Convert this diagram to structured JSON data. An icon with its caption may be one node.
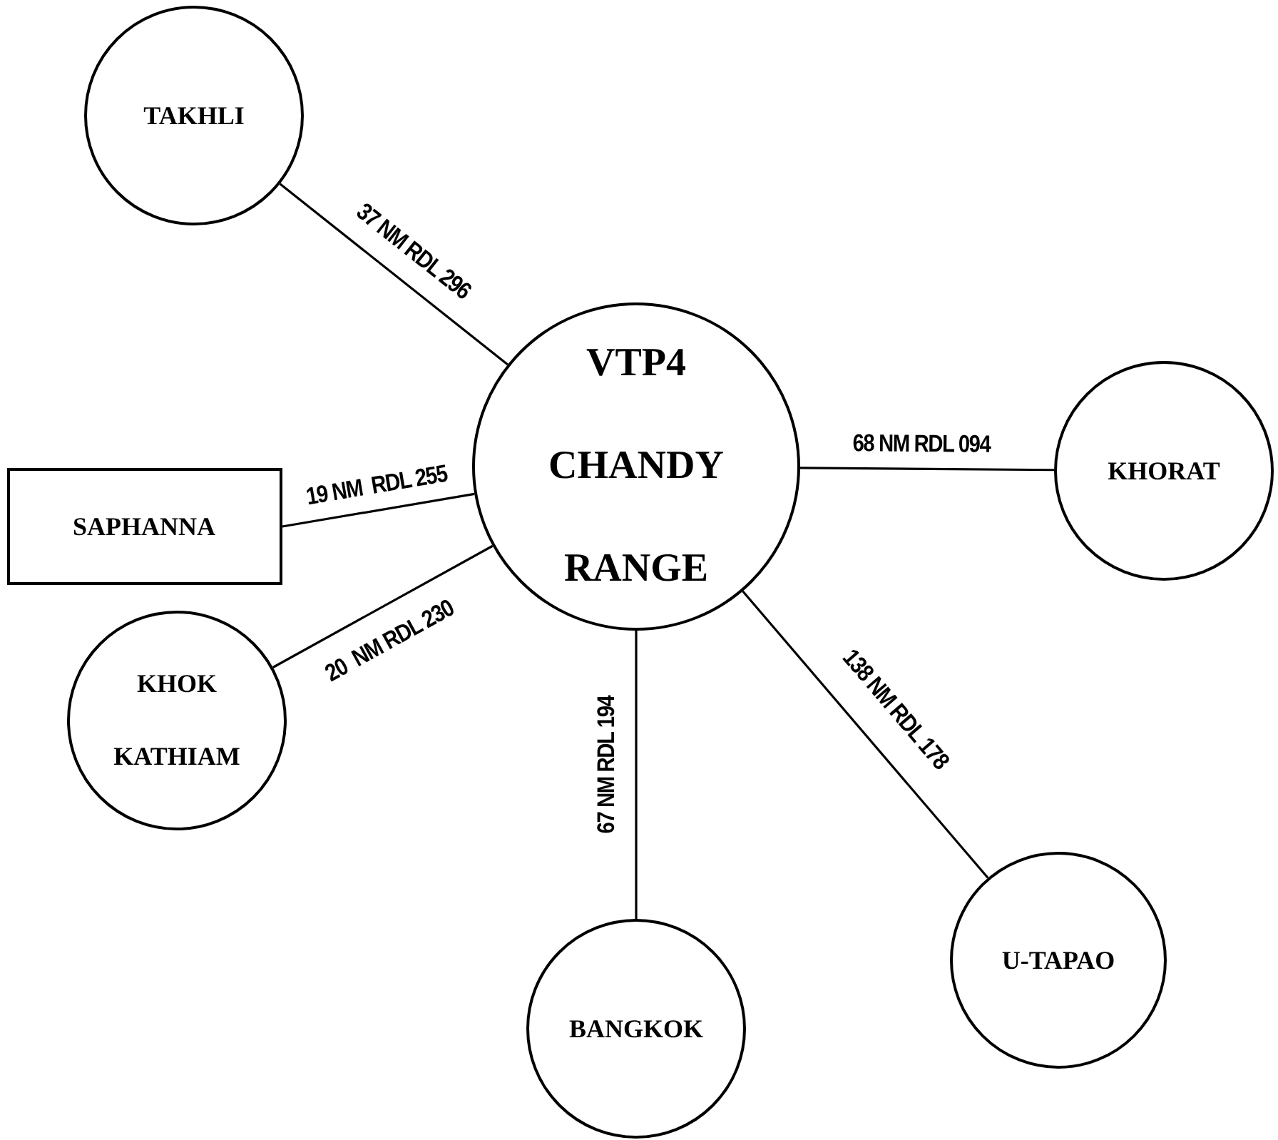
{
  "diagram": {
    "nodes": [
      {
        "text": [
          "TAKHLI"
        ]
      },
      {
        "text": [
          "VTP4 CHANDY RANGE"
        ]
      },
      {
        "text": [
          "KHORAT"
        ]
      },
      {
        "text": [
          "SAPHANNA"
        ]
      },
      {
        "text": [
          "KHOK KATHIAM"
        ]
      },
      {
        "text": [
          "U-TAPAO"
        ]
      },
      {
        "text": [
          "BANGKOK"
        ]
      }
    ],
    "edges": [
      {
        "from": 1,
        "to": 0,
        "label": "37 NM RDL 296",
        "arrow": "none"
      },
      {
        "from": 1,
        "to": 3,
        "label": "19 NM  RDL 255",
        "arrow": "none"
      },
      {
        "from": 1,
        "to": 4,
        "label": "20  NM RDL 230",
        "arrow": "none"
      },
      {
        "from": 1,
        "to": 2,
        "label": "68 NM RDL 094",
        "arrow": "none"
      },
      {
        "from": 1,
        "to": 6,
        "label": "67 NM RDL 194",
        "arrow": "none"
      },
      {
        "from": 1,
        "to": 5,
        "label": "138 NM RDL 178",
        "arrow": "none"
      }
    ]
  }
}
